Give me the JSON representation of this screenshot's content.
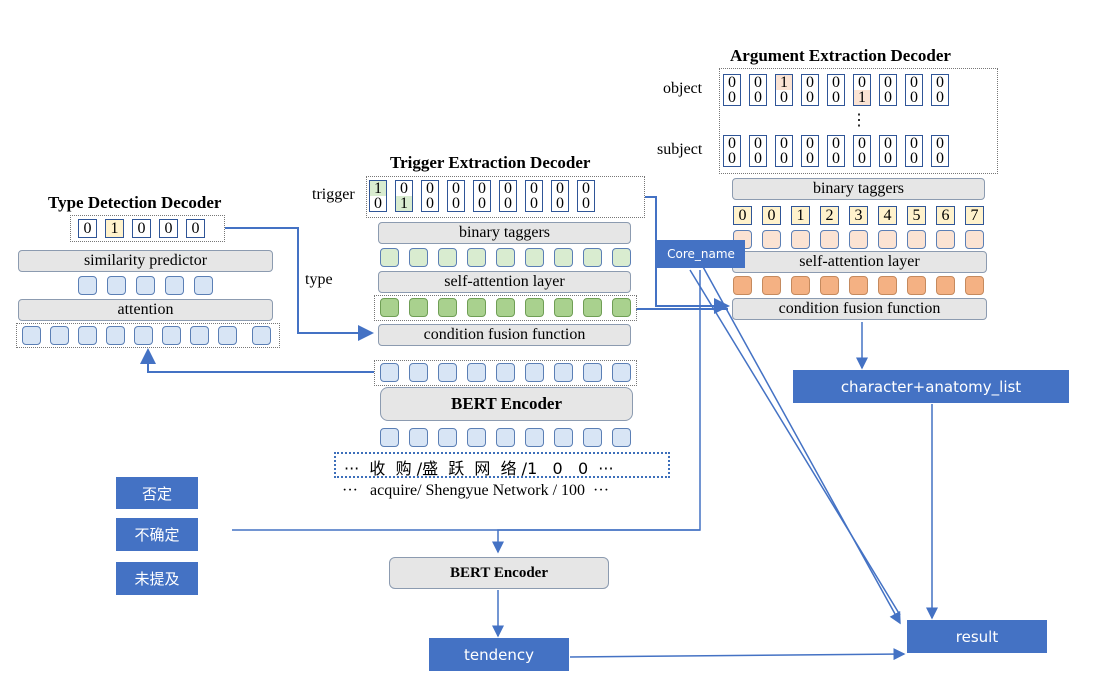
{
  "type_detection": {
    "title": "Type Detection Decoder",
    "cells": [
      "0",
      "1",
      "0",
      "0",
      "0"
    ],
    "similarity": "similarity  predictor",
    "attention": "attention"
  },
  "trigger_extraction": {
    "title": "Trigger Extraction Decoder",
    "row_label": "trigger",
    "row1": [
      "1",
      "0",
      "0",
      "0",
      "0",
      "0",
      "0",
      "0",
      "0"
    ],
    "row2": [
      "0",
      "1",
      "0",
      "0",
      "0",
      "0",
      "0",
      "0",
      "0"
    ],
    "binary": "binary taggers",
    "self_attention": "self-attention  layer",
    "condition": "condition  fusion  function",
    "type_label": "type"
  },
  "argument_extraction": {
    "title": "Argument Extraction Decoder",
    "object_label": "object",
    "subject_label": "subject",
    "object_row1": [
      "0",
      "0",
      "1",
      "0",
      "0",
      "0",
      "0",
      "0",
      "0"
    ],
    "object_row2": [
      "0",
      "0",
      "0",
      "0",
      "0",
      "1",
      "0",
      "0",
      "0"
    ],
    "ellipsis": "⋮",
    "subject_row1": [
      "0",
      "0",
      "0",
      "0",
      "0",
      "0",
      "0",
      "0",
      "0"
    ],
    "subject_row2": [
      "0",
      "0",
      "0",
      "0",
      "0",
      "0",
      "0",
      "0",
      "0"
    ],
    "binary": "binary taggers",
    "positions": [
      "0",
      "0",
      "1",
      "2",
      "3",
      "4",
      "5",
      "6",
      "7"
    ],
    "self_attention": "self-attention  layer",
    "condition": "condition  fusion  function"
  },
  "encoder": {
    "bert": "BERT Encoder",
    "chinese_tokens": "···  收  购 /盛  跃  网  络 /1   0   0  ···",
    "english_tokens": "···   acquire/ Shengyue Network / 100  ···"
  },
  "core_name": "Core_name",
  "char_anatomy": "character+anatomy_list",
  "result": "result",
  "tendency": "tendency",
  "bert2": "BERT Encoder",
  "options": [
    "否定",
    "不确定",
    "未提及"
  ]
}
